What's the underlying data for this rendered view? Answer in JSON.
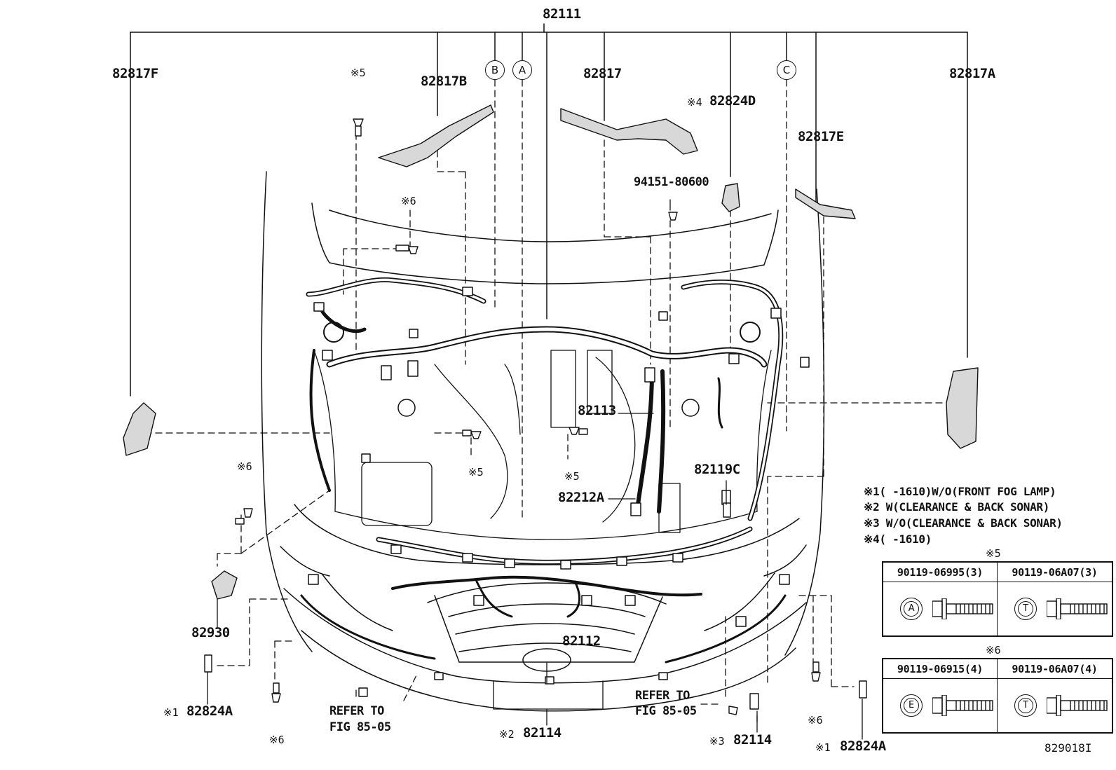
{
  "diagram": {
    "part_labels": {
      "harness_main": "82111",
      "bracket_f": "82817F",
      "bracket_b": "82817B",
      "bracket": "82817",
      "bracket_a": "82817A",
      "bracket_e": "82817E",
      "part_82824d": "82824D",
      "nut": "94151-80600",
      "part_82113": "82113",
      "part_82119c": "82119C",
      "part_82212a": "82212A",
      "part_82112": "82112",
      "part_82930": "82930",
      "part_82824a_left": "82824A",
      "part_82824a_right": "82824A",
      "part_82114_center": "82114",
      "part_82114_right": "82114",
      "drawing_number": "829018I"
    },
    "circled_refs": {
      "b": "B",
      "a": "A",
      "c": "C"
    },
    "marks": {
      "m5": "※5",
      "m6": "※6",
      "m1": "※1",
      "m2": "※2",
      "m3": "※3",
      "m4": "※4"
    },
    "refer": {
      "left_line1": "REFER TO",
      "left_line2": "FIG 85-05",
      "right_line1": "REFER TO",
      "right_line2": "FIG 85-05"
    },
    "notes": [
      "※1(      -1610)W/O(FRONT FOG LAMP)",
      "※2 W(CLEARANCE & BACK SONAR)",
      "※3 W/O(CLEARANCE & BACK SONAR)",
      "※4(      -1610)"
    ],
    "bolt_tables": [
      {
        "mark": "※5",
        "cols": [
          {
            "part": "90119-06995(3)",
            "head": "A"
          },
          {
            "part": "90119-06A07(3)",
            "head": "T"
          }
        ]
      },
      {
        "mark": "※6",
        "cols": [
          {
            "part": "90119-06915(4)",
            "head": "E"
          },
          {
            "part": "90119-06A07(4)",
            "head": "T"
          }
        ]
      }
    ]
  }
}
